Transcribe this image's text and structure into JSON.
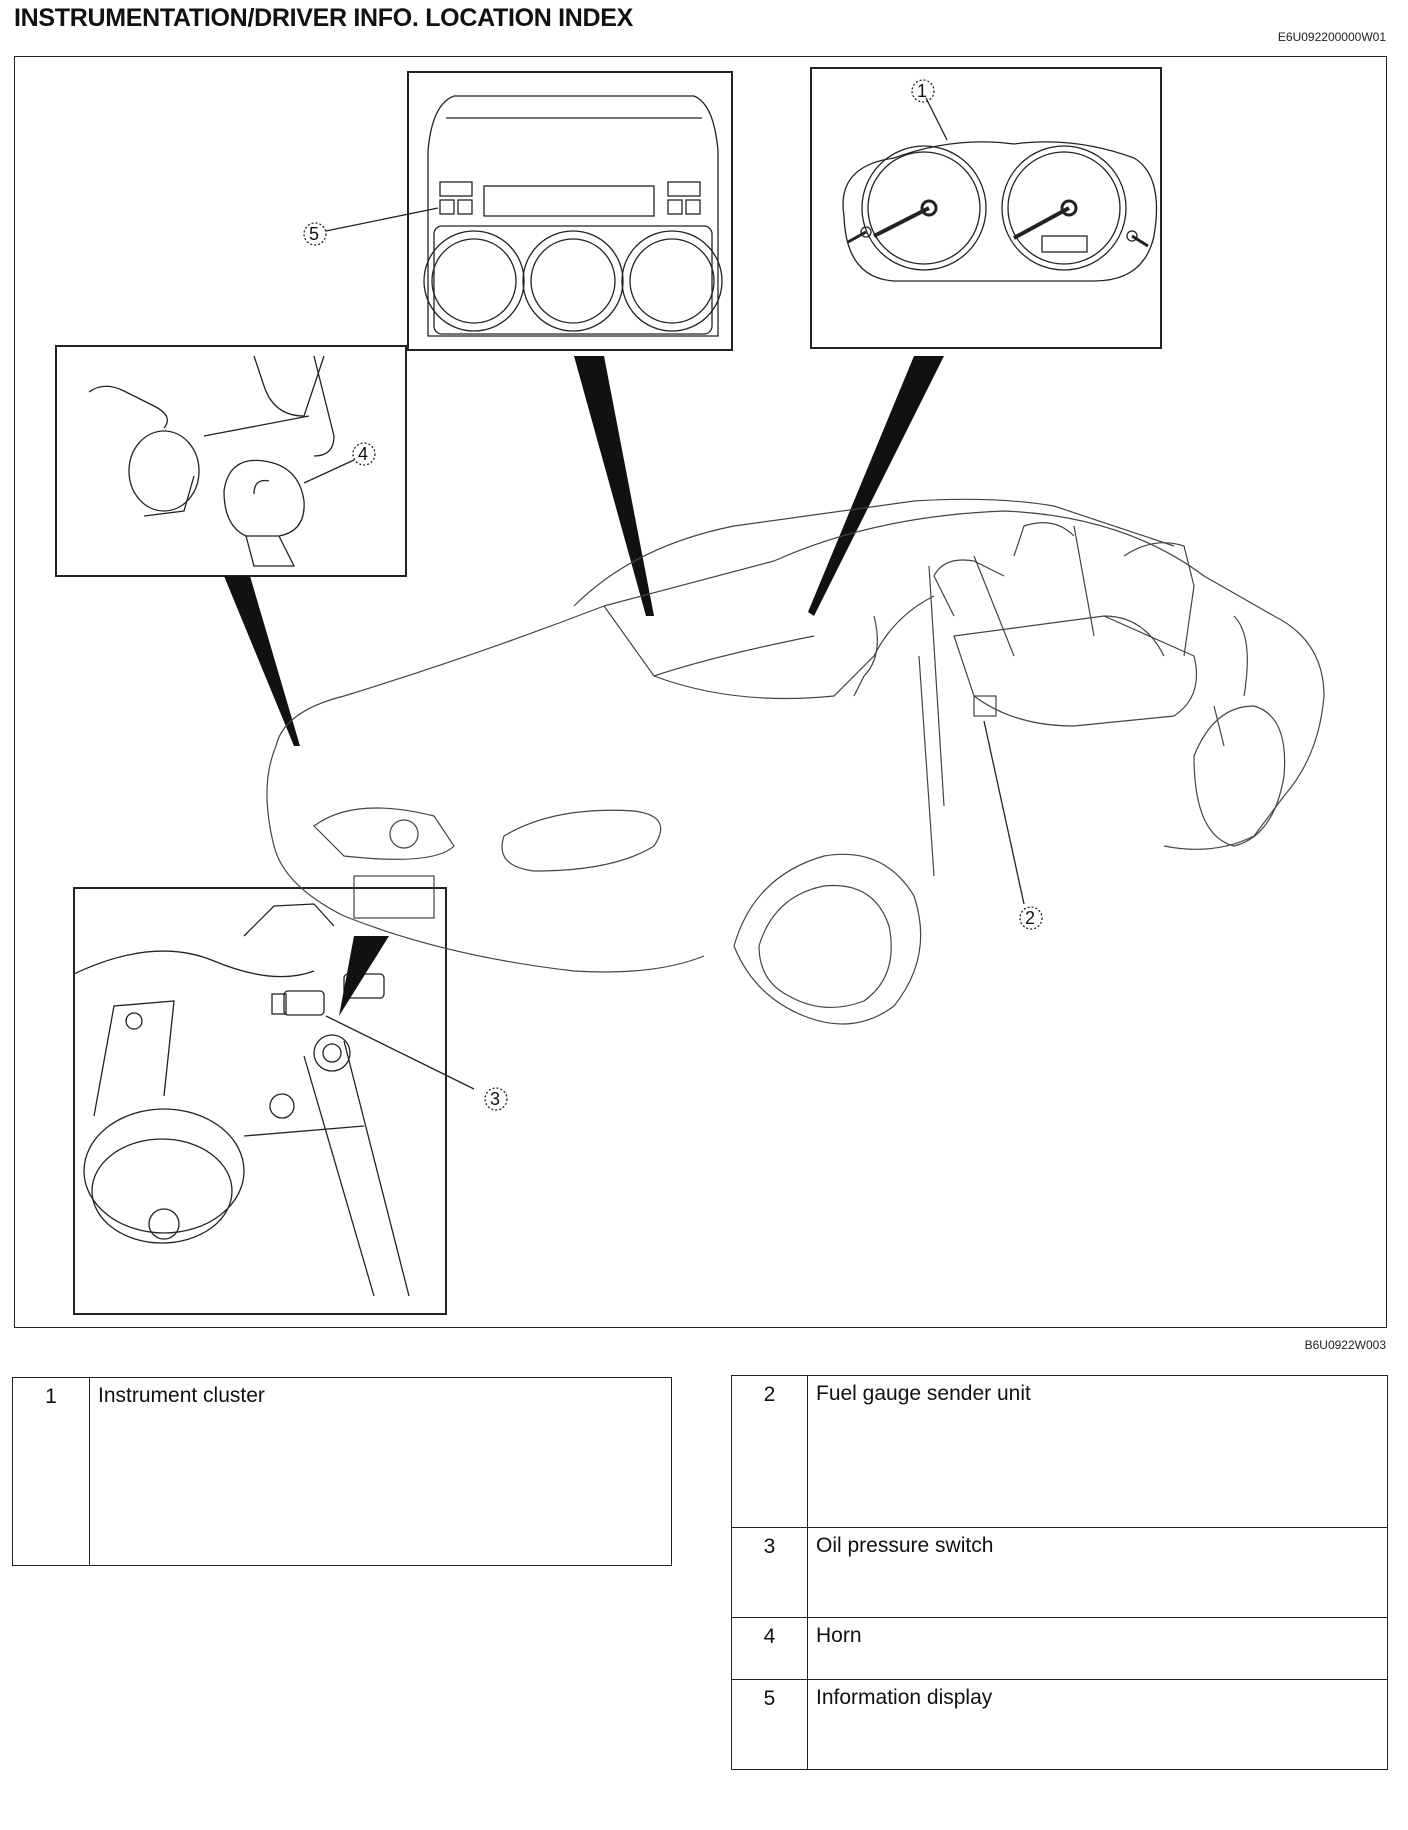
{
  "title": "INSTRUMENTATION/DRIVER INFO. LOCATION INDEX",
  "doc_code": "E6U092200000W01",
  "figure_code": "B6U0922W003",
  "callouts": [
    "1",
    "2",
    "3",
    "4",
    "5"
  ],
  "legend_left": [
    {
      "num": "1",
      "label": "Instrument cluster"
    }
  ],
  "legend_right": [
    {
      "num": "2",
      "label": "Fuel gauge sender unit"
    },
    {
      "num": "3",
      "label": "Oil pressure switch"
    },
    {
      "num": "4",
      "label": "Horn"
    },
    {
      "num": "5",
      "label": "Information display"
    }
  ]
}
